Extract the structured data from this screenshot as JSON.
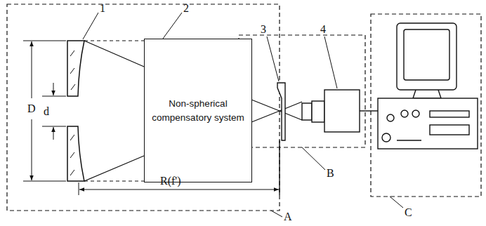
{
  "diagram": {
    "nodes": [
      {
        "text": [
          "Non-spherical compensatory system"
        ]
      }
    ],
    "labels": [
      "1",
      "2",
      "3",
      "4",
      "D",
      "d",
      "R(f')",
      "A",
      "B",
      "C"
    ]
  }
}
